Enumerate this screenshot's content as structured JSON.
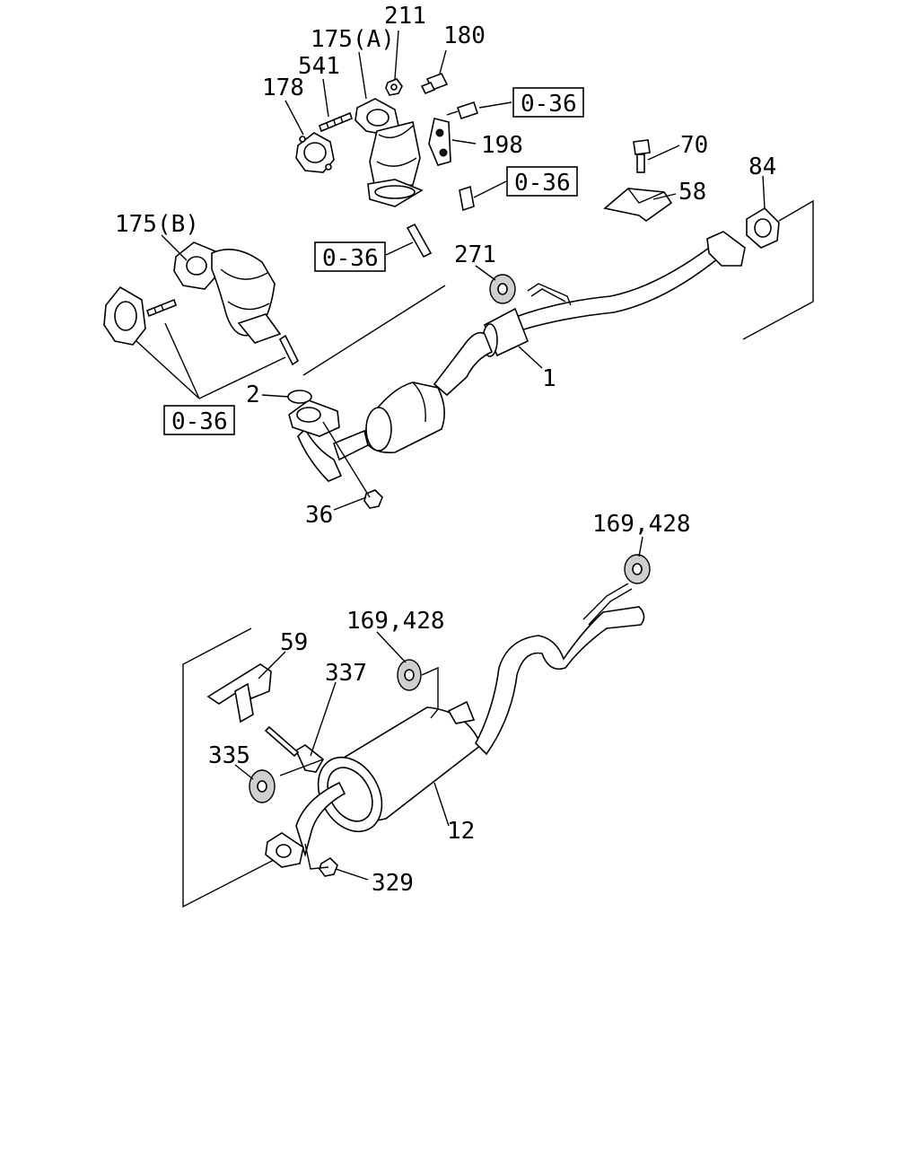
{
  "labels": {
    "p211": "211",
    "p175a": "175(A)",
    "p180": "180",
    "p541": "541",
    "p178": "178",
    "ref1": "0-36",
    "p198": "198",
    "ref2": "0-36",
    "p70": "70",
    "p84": "84",
    "p58": "58",
    "p175b": "175(B)",
    "ref3": "0-36",
    "p271": "271",
    "p1": "1",
    "p2": "2",
    "ref4": "0-36",
    "p36": "36",
    "p169a": "169,428",
    "p169b": "169,428",
    "p59": "59",
    "p337": "337",
    "p335": "335",
    "p12": "12",
    "p329": "329"
  }
}
